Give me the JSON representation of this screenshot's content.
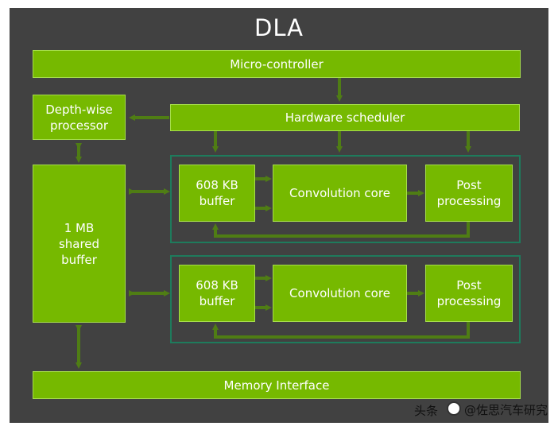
{
  "title": "DLA",
  "blocks": {
    "micro_controller": "Micro-controller",
    "hardware_scheduler": "Hardware scheduler",
    "depthwise_processor": "Depth-wise\nprocessor",
    "shared_buffer": "1 MB\nshared\nbuffer",
    "memory_interface": "Memory Interface"
  },
  "engines": [
    {
      "buffer": "608 KB\nbuffer",
      "conv": "Convolution core",
      "post": "Post\nprocessing"
    },
    {
      "buffer": "608 KB\nbuffer",
      "conv": "Convolution core",
      "post": "Post\nprocessing"
    }
  ],
  "watermark": {
    "prefix": "头条",
    "handle": "@佐思汽车研究"
  },
  "colors": {
    "block_green": "#76b900",
    "arrow_green": "#4f7d14",
    "engine_border": "#1e7b5c",
    "background": "#414141"
  }
}
